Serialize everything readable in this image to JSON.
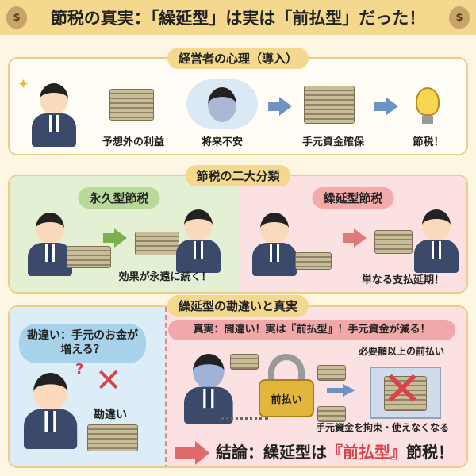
{
  "title": "節税の真実：「繰延型」は実は「前払型」だった！",
  "bag_symbol": "$",
  "section1": {
    "label": "経営者の心理（導入）",
    "steps": [
      "予想外の利益",
      "将来不安",
      "手元資金確保",
      "節税！"
    ]
  },
  "section2": {
    "label": "節税の二大分類",
    "permanent": {
      "label": "永久型節税",
      "caption": "効果が永遠に続く！"
    },
    "deferred": {
      "label": "繰延型節税",
      "caption": "単なる支払延期！"
    }
  },
  "section3": {
    "label": "繰延型の勘違いと真実",
    "misconception": {
      "bubble": "勘違い：手元のお金が増える？",
      "mark": "勘違い",
      "question": "?"
    },
    "truth": {
      "banner": "真実：間違い！実は『前払型』！手元資金が減る！",
      "lock_label": "前払い",
      "prepay_note": "必要額以上の前払い",
      "bind_note": "手元資金を拘束・使えなくなる"
    },
    "conclusion": {
      "prefix": "結論：繰延型は",
      "highlight": "『前払型』",
      "suffix": "節税！"
    }
  },
  "colors": {
    "gold": "#f3d88e",
    "green": "#e3f0d3",
    "pink": "#fbe1e1",
    "blue": "#dcedf7",
    "red": "#d9424a"
  }
}
